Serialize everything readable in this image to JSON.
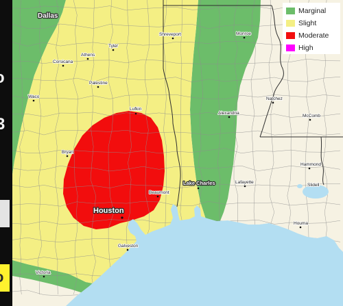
{
  "side_fragments": {
    "upper": "o",
    "middle": "3",
    "lower": "o"
  },
  "map": {
    "colors": {
      "land": "#f6f2e3",
      "water": "#b3def2",
      "county_lines": "#8e8e8e",
      "borders": "#2e2e2e"
    },
    "legend": {
      "items": [
        {
          "label": "Marginal",
          "color": "#6cbd6a"
        },
        {
          "label": "Slight",
          "color": "#f4ef84"
        },
        {
          "label": "Moderate",
          "color": "#f20d0d"
        },
        {
          "label": "High",
          "color": "#ff00ff"
        }
      ]
    },
    "cities": {
      "dallas": "Dallas",
      "corsicana": "Corsicana",
      "athens": "Athens",
      "tyler": "Tyler",
      "shreveport": "Shreveport",
      "monroe": "Monroe",
      "palestine": "Palestine",
      "waco": "Waco",
      "lufkin": "Lufkin",
      "bryan": "Bryan",
      "natchez": "Natchez",
      "mccomb": "McComb",
      "alexandria": "Alexandria",
      "hammond": "Hammond",
      "lafayette": "Lafayette",
      "lake_charles": "Lake Charles",
      "beaumont": "Beaumont",
      "houston": "Houston",
      "galveston": "Galveston",
      "houma": "Houma",
      "victoria": "Victoria",
      "slidell": "Slidell"
    }
  }
}
